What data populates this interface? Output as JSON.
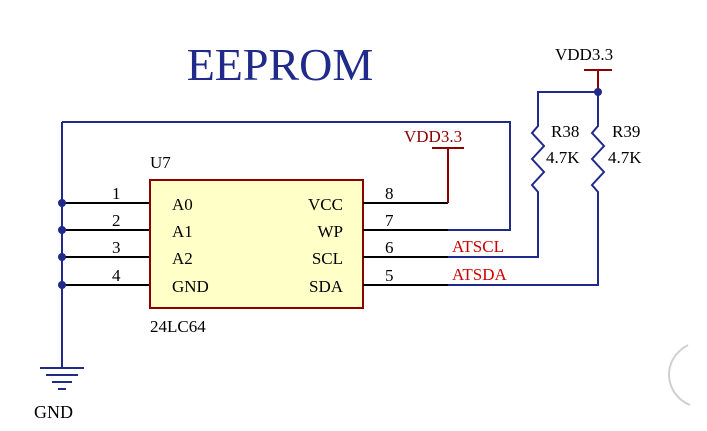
{
  "title": "EEPROM",
  "chip": {
    "ref": "U7",
    "part": "24LC64",
    "pins_left": [
      {
        "num": "1",
        "name": "A0"
      },
      {
        "num": "2",
        "name": "A1"
      },
      {
        "num": "3",
        "name": "A2"
      },
      {
        "num": "4",
        "name": "GND"
      }
    ],
    "pins_right": [
      {
        "num": "8",
        "name": "VCC"
      },
      {
        "num": "7",
        "name": "WP"
      },
      {
        "num": "6",
        "name": "SCL"
      },
      {
        "num": "5",
        "name": "SDA"
      }
    ]
  },
  "power": {
    "vdd_chip": "VDD3.3",
    "vdd_pullups": "VDD3.3",
    "gnd": "GND"
  },
  "resistors": [
    {
      "ref": "R38",
      "value": "4.7K"
    },
    {
      "ref": "R39",
      "value": "4.7K"
    }
  ],
  "nets": {
    "scl": "ATSCL",
    "sda": "ATSDA"
  },
  "colors": {
    "wire": "#1f2a8a",
    "chip_fill": "#ffffc8",
    "chip_border": "#8b0000",
    "pin_line": "#000000",
    "resistor": "#1f2a8a",
    "net_label": "#cc0000",
    "power_label": "#8b0000",
    "title": "#1f2a8a",
    "text": "#000000"
  }
}
